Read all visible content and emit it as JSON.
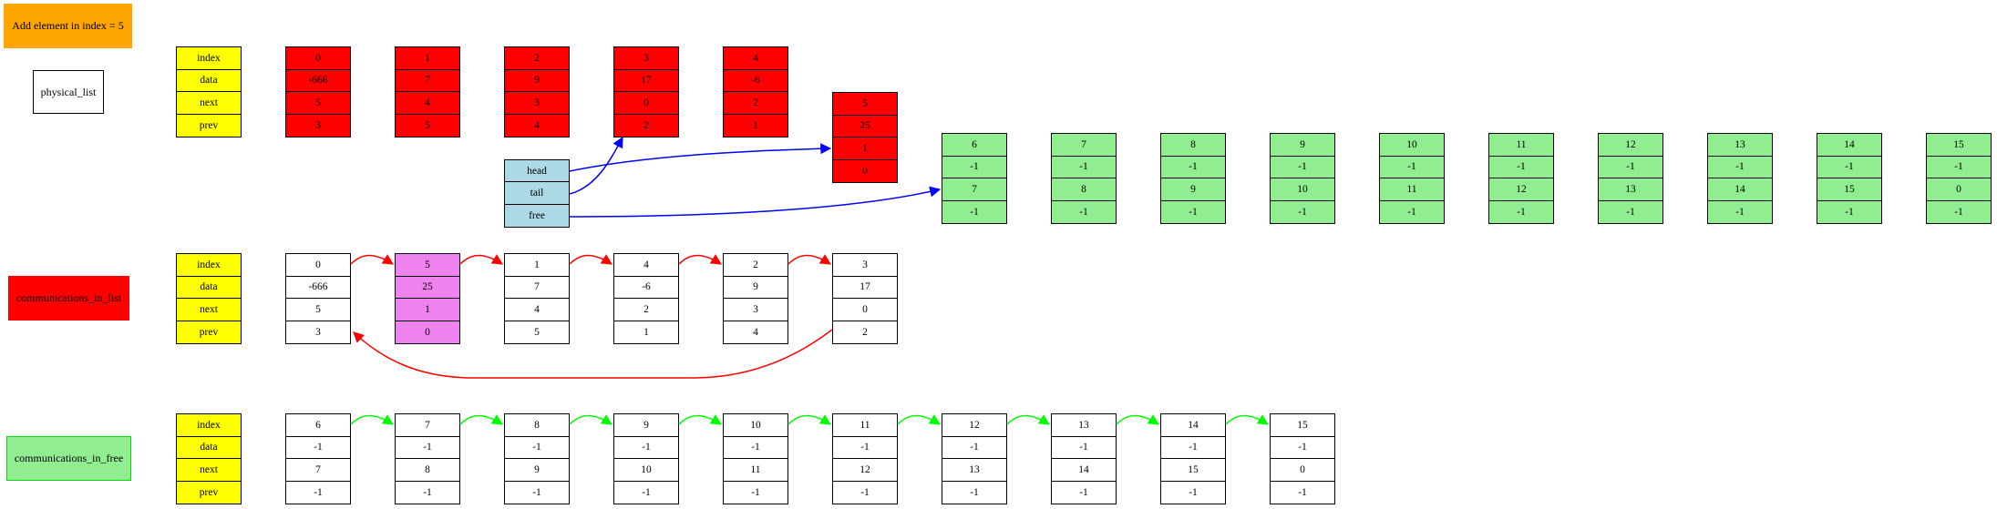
{
  "colors": {
    "header": "#ffff00",
    "physical": "#ff0000",
    "free": "#90ee90",
    "highlight": "#ee82ee",
    "pointer": "#add8e6",
    "list_edge": "#ff0000",
    "free_edge": "#00ff00",
    "pointer_edge": "#0000ff"
  },
  "title": "Add element in index = 5",
  "row_labels": {
    "physical": "physical_list",
    "list": "communications_in_list",
    "free": "communications_in_free"
  },
  "fields": [
    "index",
    "data",
    "next",
    "prev"
  ],
  "pointers": [
    "head",
    "tail",
    "free"
  ],
  "physical_list": [
    [
      "0",
      "-666",
      "5",
      "3"
    ],
    [
      "1",
      "7",
      "4",
      "5"
    ],
    [
      "2",
      "9",
      "3",
      "4"
    ],
    [
      "3",
      "17",
      "0",
      "2"
    ],
    [
      "4",
      "-6",
      "2",
      "1"
    ],
    [
      "5",
      "25",
      "1",
      "0"
    ],
    [
      "6",
      "-1",
      "7",
      "-1"
    ],
    [
      "7",
      "-1",
      "8",
      "-1"
    ],
    [
      "8",
      "-1",
      "9",
      "-1"
    ],
    [
      "9",
      "-1",
      "10",
      "-1"
    ],
    [
      "10",
      "-1",
      "11",
      "-1"
    ],
    [
      "11",
      "-1",
      "12",
      "-1"
    ],
    [
      "12",
      "-1",
      "13",
      "-1"
    ],
    [
      "13",
      "-1",
      "14",
      "-1"
    ],
    [
      "14",
      "-1",
      "15",
      "-1"
    ],
    [
      "15",
      "-1",
      "0",
      "-1"
    ]
  ],
  "communications_in_list": [
    [
      "0",
      "-666",
      "5",
      "3"
    ],
    [
      "5",
      "25",
      "1",
      "0"
    ],
    [
      "1",
      "7",
      "4",
      "5"
    ],
    [
      "4",
      "-6",
      "2",
      "1"
    ],
    [
      "2",
      "9",
      "3",
      "4"
    ],
    [
      "3",
      "17",
      "0",
      "2"
    ]
  ],
  "communications_in_free": [
    [
      "6",
      "-1",
      "7",
      "-1"
    ],
    [
      "7",
      "-1",
      "8",
      "-1"
    ],
    [
      "8",
      "-1",
      "9",
      "-1"
    ],
    [
      "9",
      "-1",
      "10",
      "-1"
    ],
    [
      "10",
      "-1",
      "11",
      "-1"
    ],
    [
      "11",
      "-1",
      "12",
      "-1"
    ],
    [
      "12",
      "-1",
      "13",
      "-1"
    ],
    [
      "13",
      "-1",
      "14",
      "-1"
    ],
    [
      "14",
      "-1",
      "15",
      "-1"
    ],
    [
      "15",
      "-1",
      "0",
      "-1"
    ]
  ]
}
